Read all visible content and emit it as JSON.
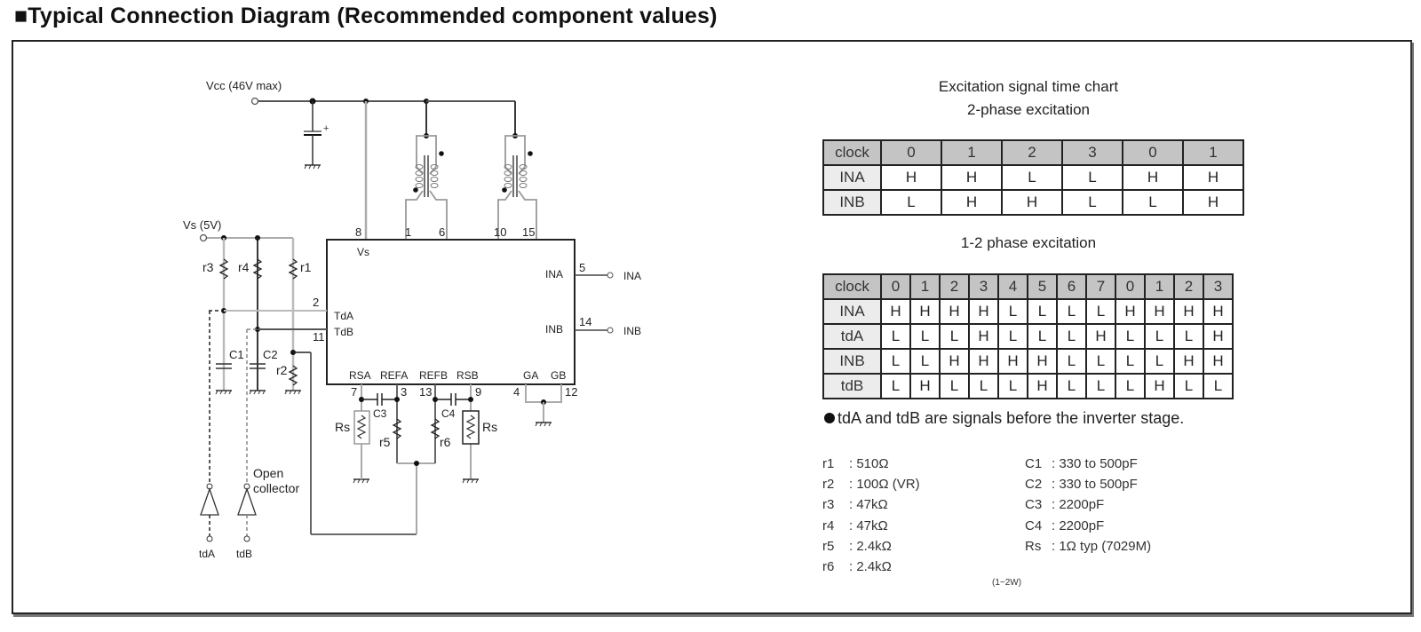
{
  "title": "■Typical Connection Diagram (Recommended component values)",
  "schematic": {
    "vcc_label": "Vcc (46V max)",
    "vs_label": "Vs (5V)",
    "resistors": {
      "r1": "r1",
      "r2": "r2",
      "r3": "r3",
      "r4": "r4",
      "r5": "r5",
      "r6": "r6",
      "rs": "Rs"
    },
    "capacitors": {
      "c1": "C1",
      "c2": "C2",
      "c3": "C3",
      "c4": "C4"
    },
    "ic": {
      "vs": "Vs",
      "tda": "TdA",
      "tdb": "TdB",
      "ina": "INA",
      "inb": "INB",
      "rsa": "RSA",
      "refa": "REFA",
      "refb": "REFB",
      "rsb": "RSB",
      "ga": "GA",
      "gb": "GB"
    },
    "pins": {
      "p8": "8",
      "p1": "1",
      "p6": "6",
      "p10": "10",
      "p15": "15",
      "p2": "2",
      "p11": "11",
      "p5": "5",
      "p14": "14",
      "p7": "7",
      "p3": "3",
      "p13": "13",
      "p9": "9",
      "p4": "4",
      "p12": "12"
    },
    "ext_ina": "INA",
    "ext_inb": "INB",
    "open_collector_line1": "Open",
    "open_collector_line2": "collector",
    "tda_input": "tdA",
    "tdb_input": "tdB"
  },
  "time_chart": {
    "title_line1": "Excitation signal time chart",
    "title_line2": "2-phase excitation",
    "two_phase": {
      "header": [
        "clock",
        "0",
        "1",
        "2",
        "3",
        "0",
        "1"
      ],
      "rows": [
        [
          "INA",
          "H",
          "H",
          "L",
          "L",
          "H",
          "H"
        ],
        [
          "INB",
          "L",
          "H",
          "H",
          "L",
          "L",
          "H"
        ]
      ]
    },
    "one_two_title": "1-2 phase excitation",
    "one_two_phase": {
      "header": [
        "clock",
        "0",
        "1",
        "2",
        "3",
        "4",
        "5",
        "6",
        "7",
        "0",
        "1",
        "2",
        "3"
      ],
      "rows": [
        [
          "INA",
          "H",
          "H",
          "H",
          "H",
          "L",
          "L",
          "L",
          "L",
          "H",
          "H",
          "H",
          "H"
        ],
        [
          "tdA",
          "L",
          "L",
          "L",
          "H",
          "L",
          "L",
          "L",
          "H",
          "L",
          "L",
          "L",
          "H"
        ],
        [
          "INB",
          "L",
          "L",
          "H",
          "H",
          "H",
          "H",
          "L",
          "L",
          "L",
          "L",
          "H",
          "H"
        ],
        [
          "tdB",
          "L",
          "H",
          "L",
          "L",
          "L",
          "H",
          "L",
          "L",
          "L",
          "H",
          "L",
          "L"
        ]
      ]
    }
  },
  "note": "tdA and tdB are signals before the inverter stage.",
  "components_left": [
    {
      "name": "r1",
      "value": ": 510Ω"
    },
    {
      "name": "r2",
      "value": ": 100Ω (VR)"
    },
    {
      "name": "r3",
      "value": ": 47kΩ"
    },
    {
      "name": "r4",
      "value": ": 47kΩ"
    },
    {
      "name": "r5",
      "value": ": 2.4kΩ"
    },
    {
      "name": "r6",
      "value": ": 2.4kΩ"
    }
  ],
  "components_right": [
    {
      "name": "C1",
      "value": ": 330 to 500pF"
    },
    {
      "name": "C2",
      "value": ": 330 to 500pF"
    },
    {
      "name": "C3",
      "value": ": 2200pF"
    },
    {
      "name": "C4",
      "value": ": 2200pF"
    },
    {
      "name": "Rs",
      "value": ": 1Ω typ (7029M)"
    }
  ],
  "rs_power_note": "(1~2W)"
}
